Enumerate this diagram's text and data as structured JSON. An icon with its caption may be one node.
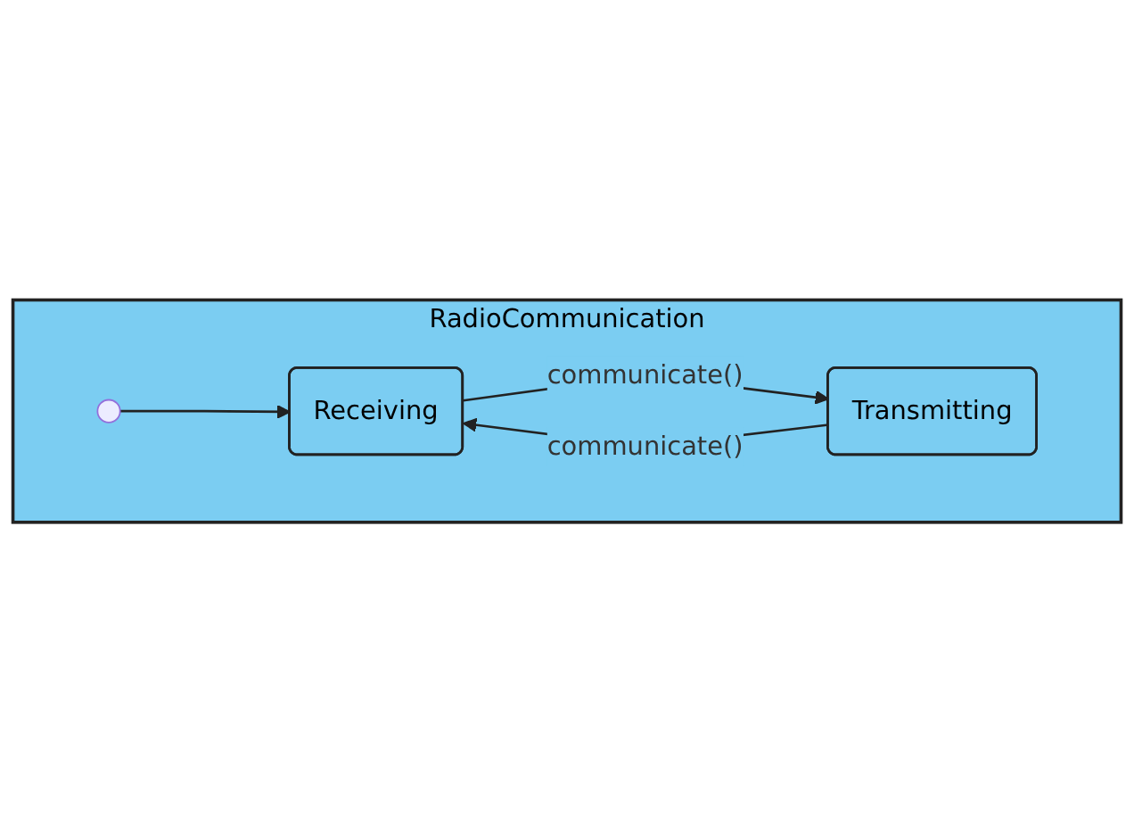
{
  "diagram": {
    "nodes": [
      {
        "text": [
          "RadioCommunication"
        ]
      },
      {
        "text": [],
        "shape": "circle",
        "in": 0
      },
      {
        "text": [
          "Receiving"
        ],
        "in": 0
      },
      {
        "text": [
          "Transmitting"
        ],
        "in": 0
      }
    ],
    "edges": [
      {
        "from": 1,
        "to": 2,
        "arrow": "to"
      },
      {
        "from": 2,
        "to": 3,
        "arrow": "to",
        "label": "communicate()"
      },
      {
        "from": 3,
        "to": 2,
        "arrow": "to",
        "label": "communicate()"
      }
    ]
  }
}
